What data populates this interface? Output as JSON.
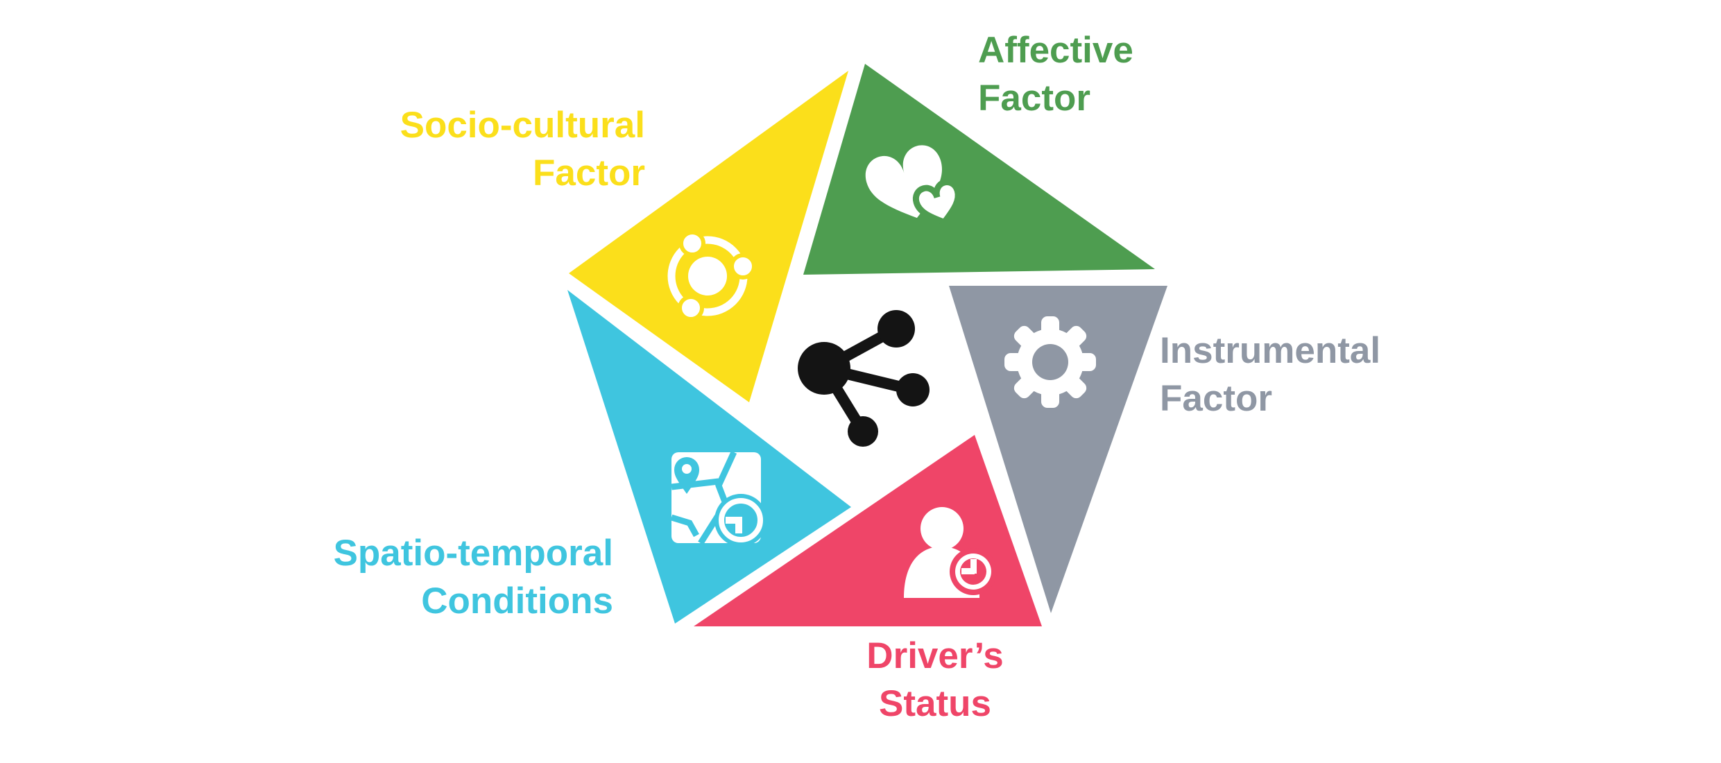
{
  "background": "#ffffff",
  "center_icon": {
    "name": "network-hub-icon",
    "color": "#141414"
  },
  "segments": {
    "affective": {
      "label": "Affective\nFactor",
      "color": "#4E9D50",
      "icon": "hearts-icon",
      "position": "top-right"
    },
    "instrumental": {
      "label": "Instrumental\nFactor",
      "color": "#8F97A4",
      "icon": "gear-icon",
      "position": "right"
    },
    "drivers": {
      "label": "Driver’s\nStatus",
      "color": "#EF4568",
      "icon": "person-clock-icon",
      "position": "bottom"
    },
    "spatio": {
      "label": "Spatio-temporal\nConditions",
      "color": "#3FC5DF",
      "icon": "map-clock-icon",
      "position": "bottom-left"
    },
    "socio": {
      "label": "Socio-cultural\nFactor",
      "color": "#FBDF1B",
      "icon": "community-icon",
      "position": "top-left"
    }
  }
}
